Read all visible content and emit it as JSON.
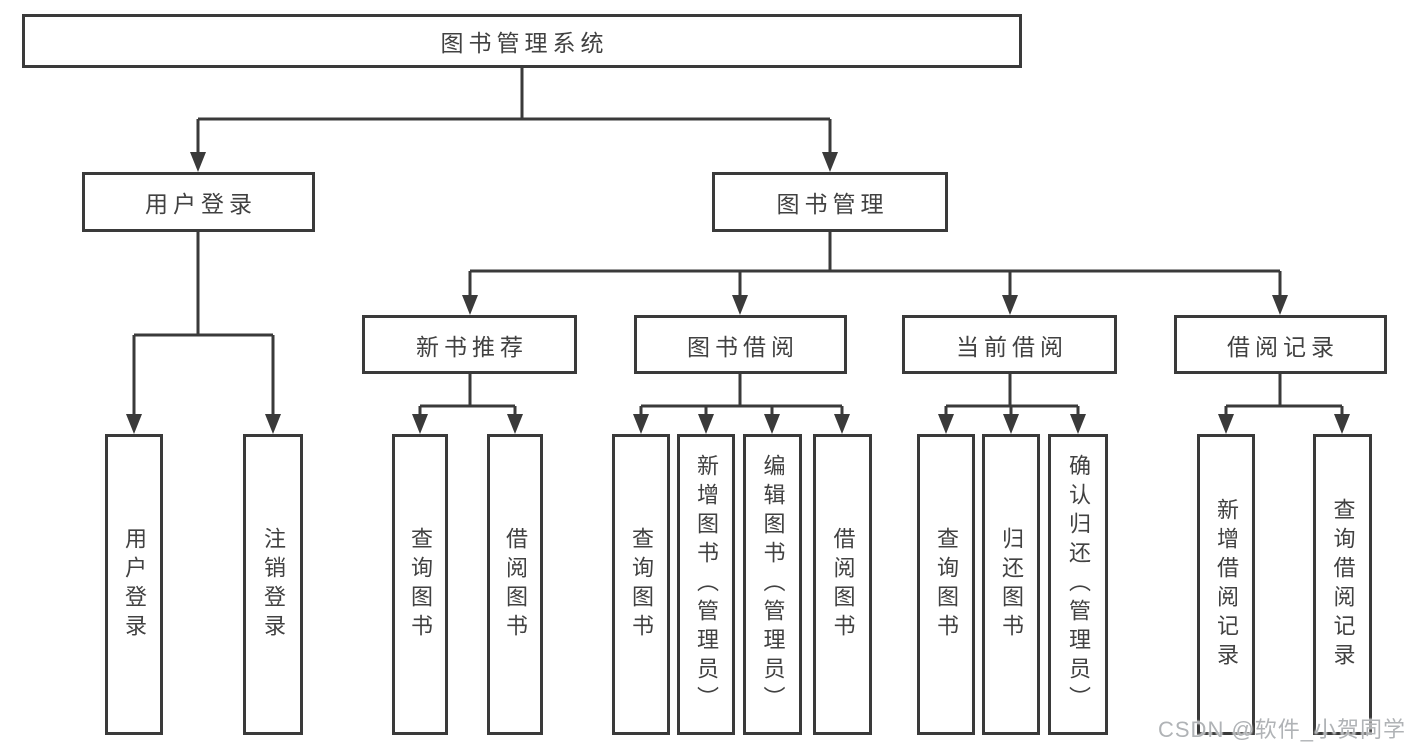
{
  "colors": {
    "line": "#3a3a3a",
    "text": "#414141",
    "watermark": "#b0b3b6"
  },
  "tree": {
    "root": "图书管理系统",
    "level2": [
      {
        "label": "用户登录",
        "children": [
          "用户登录",
          "注销登录"
        ]
      },
      {
        "label": "图书管理",
        "children": [
          {
            "label": "新书推荐",
            "children": [
              "查询图书",
              "借阅图书"
            ]
          },
          {
            "label": "图书借阅",
            "children": [
              "查询图书",
              "新增图书（管理员）",
              "编辑图书（管理员）",
              "借阅图书"
            ]
          },
          {
            "label": "当前借阅",
            "children": [
              "查询图书",
              "归还图书",
              "确认归还（管理员）"
            ]
          },
          {
            "label": "借阅记录",
            "children": [
              "新增借阅记录",
              "查询借阅记录"
            ]
          }
        ]
      }
    ]
  },
  "watermark": {
    "text": "CSDN @软件_小贺同学"
  }
}
